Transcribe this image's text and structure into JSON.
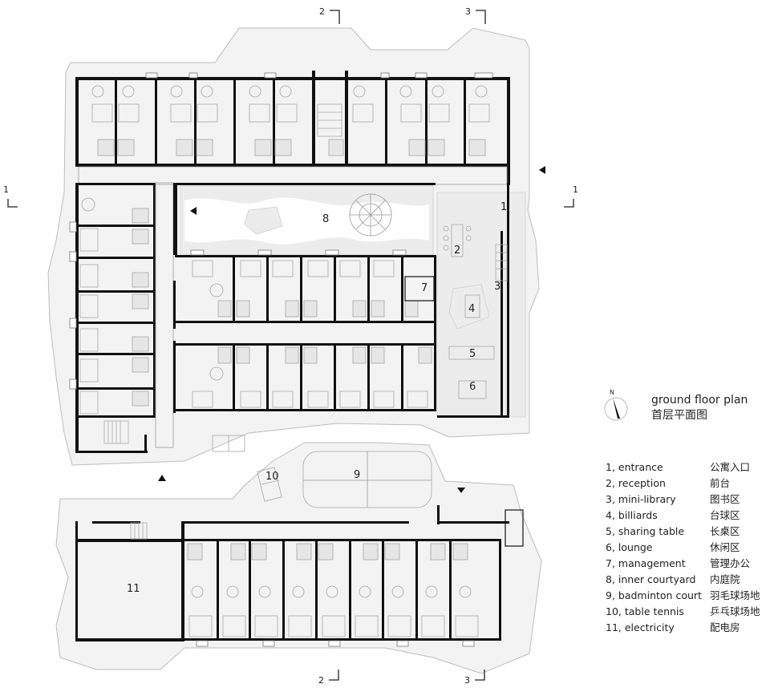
{
  "title": {
    "en": "ground floor plan",
    "zh": "首层平面图"
  },
  "compass": {
    "label": "N",
    "icon": "north-arrow-icon"
  },
  "section_markers": {
    "marker_1_left": "1",
    "marker_1_right": "1",
    "marker_2_top": "2",
    "marker_3_top": "3",
    "marker_2_bottom": "2",
    "marker_3_bottom": "3"
  },
  "room_labels": {
    "r1": "1",
    "r2": "2",
    "r3": "3",
    "r4": "4",
    "r5": "5",
    "r6": "6",
    "r7": "7",
    "r8": "8",
    "r9": "9",
    "r10": "10",
    "r11": "11"
  },
  "legend": [
    {
      "en": "1, entrance",
      "zh": "公寓入口"
    },
    {
      "en": "2, reception",
      "zh": "前台"
    },
    {
      "en": "3, mini-library",
      "zh": "图书区"
    },
    {
      "en": "4, billiards",
      "zh": "台球区"
    },
    {
      "en": "5, sharing table",
      "zh": "长桌区"
    },
    {
      "en": "6, lounge",
      "zh": "休闲区"
    },
    {
      "en": "7, management",
      "zh": "管理办公"
    },
    {
      "en": "8, inner courtyard",
      "zh": "内庭院"
    },
    {
      "en": "9, badminton court",
      "zh": "羽毛球场地"
    },
    {
      "en": "10, table tennis",
      "zh": "乒乓球场地"
    },
    {
      "en": "11, electricity",
      "zh": "配电房"
    }
  ],
  "colors": {
    "wall": "#111111",
    "site": "#f3f3f3",
    "zone": "#ececec",
    "background": "#ffffff"
  }
}
